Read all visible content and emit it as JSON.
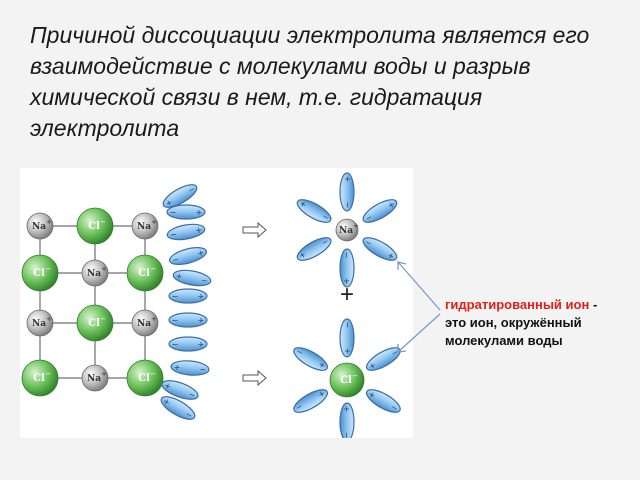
{
  "title": "Причиной диссоциации электролита является его взаимодействие с молекулами воды и разрыв химической связи в нем, т.е. гидратация электролита",
  "diagram": {
    "ion_labels": {
      "sodium": "Na",
      "chlorine": "Cl",
      "plus": "+",
      "minus": "−"
    },
    "plus_sign": "+",
    "colors": {
      "sodium_ion": "#b8b8b8",
      "chloride_ion": "#6cc25a",
      "water_molecule": "#8ec5ef",
      "lattice_line": "#707070",
      "annotation_arrow": "#7a9cc9"
    }
  },
  "note": {
    "term": "гидратированный ион",
    "dash": " -",
    "definition": "это ион, окружённый молекулами воды"
  }
}
